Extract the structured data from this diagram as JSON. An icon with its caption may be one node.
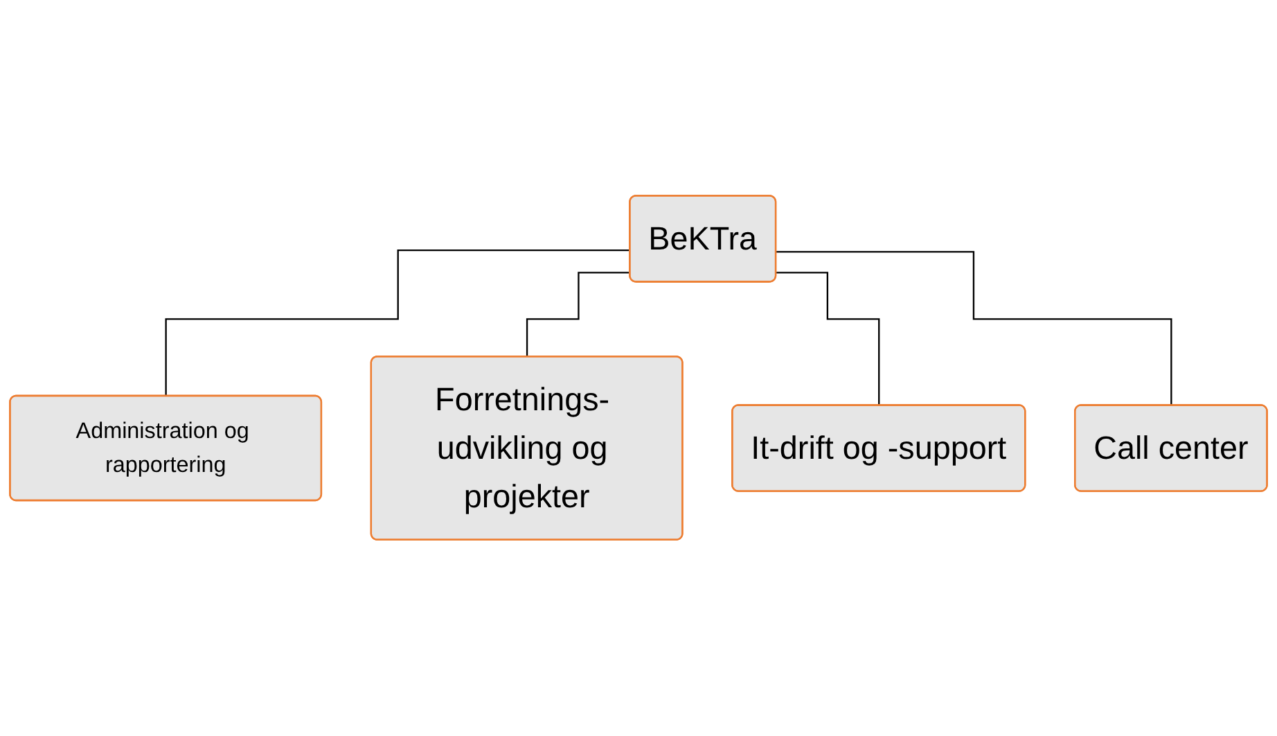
{
  "diagram": {
    "nodes": [
      {
        "text": [
          "BeKTra"
        ]
      },
      {
        "text": [
          "Administration og rapportering"
        ]
      },
      {
        "text": [
          "Forretnings- udvikling og projekter"
        ]
      },
      {
        "text": [
          "It-drift og -support"
        ]
      },
      {
        "text": [
          "Call center"
        ]
      }
    ],
    "edges": [
      {
        "from": 0,
        "to": 1,
        "arrow": "none"
      },
      {
        "from": 0,
        "to": 2,
        "arrow": "none"
      },
      {
        "from": 0,
        "to": 3,
        "arrow": "none"
      },
      {
        "from": 0,
        "to": 4,
        "arrow": "none"
      }
    ]
  }
}
